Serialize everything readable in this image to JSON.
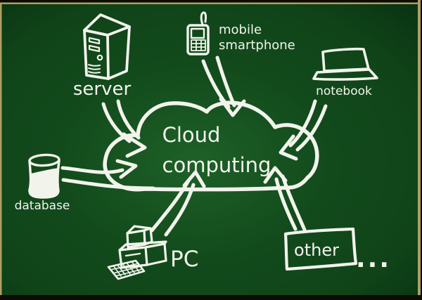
{
  "page": {
    "title": "Cloud computing",
    "kind": "chalkboard diagram"
  },
  "colors": {
    "chalk": "#f2f4ec",
    "board_center": "#1e6127",
    "board_mid": "#124a1c",
    "board_edge": "#0a3513",
    "frame_tan": "#ac9f63",
    "frame_dark": "#0d0b04"
  },
  "cloud": {
    "line1": "Cloud",
    "line2": "computing"
  },
  "nodes": {
    "server": {
      "label": "server"
    },
    "mobile": {
      "label_line1": "mobile",
      "label_line2": "smartphone"
    },
    "notebook": {
      "label": "notebook"
    },
    "database": {
      "label": "database"
    },
    "pc": {
      "label": "PC"
    },
    "other": {
      "label": "other",
      "ellipsis": "..."
    }
  },
  "edges": [
    {
      "from": "server",
      "to": "cloud"
    },
    {
      "from": "mobile smartphone",
      "to": "cloud"
    },
    {
      "from": "notebook",
      "to": "cloud"
    },
    {
      "from": "database",
      "to": "cloud"
    },
    {
      "from": "PC",
      "to": "cloud"
    },
    {
      "from": "other",
      "to": "cloud"
    }
  ]
}
